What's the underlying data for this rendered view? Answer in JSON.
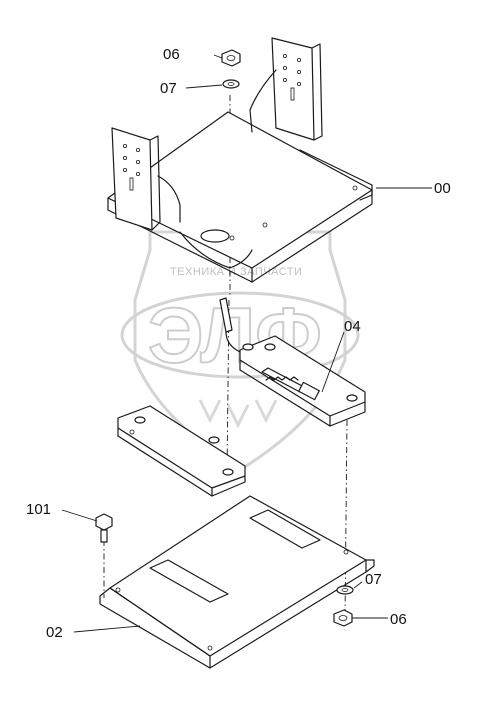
{
  "callouts": {
    "nut_top": "06",
    "washer_top": "07",
    "bracket_frame": "00",
    "rail_assembly": "04",
    "bolt": "101",
    "washer_bottom": "07",
    "nut_bottom": "06",
    "base_plate": "02"
  },
  "watermark": {
    "caption": "ТЕХНИКА И ЗАПЧАСТИ",
    "logo": "ЭЛФ"
  }
}
